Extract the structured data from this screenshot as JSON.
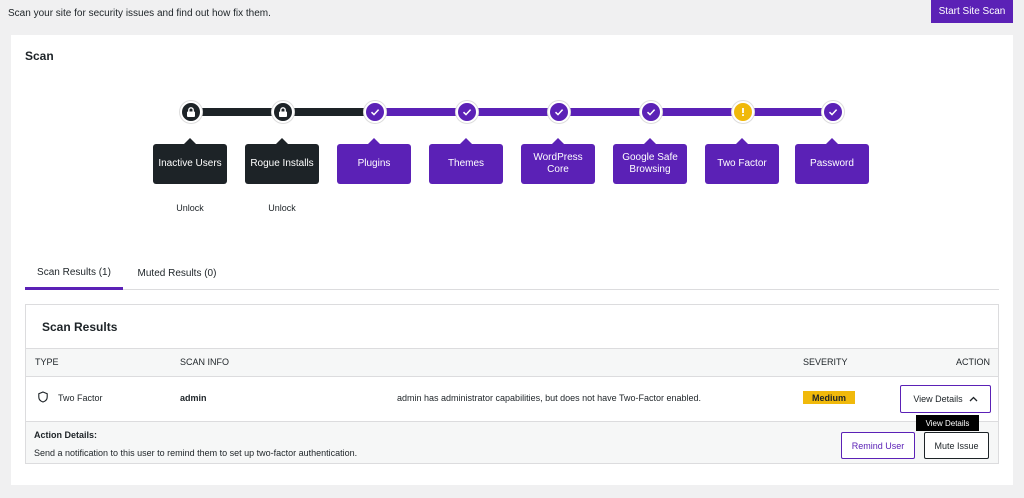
{
  "header": {
    "description": "Scan your site for security issues and find out how fix them.",
    "start_scan_label": "Start Site Scan"
  },
  "scan": {
    "title": "Scan",
    "steps": [
      {
        "label": "Inactive Users",
        "status": "locked",
        "action": "Unlock"
      },
      {
        "label": "Rogue Installs",
        "status": "locked",
        "action": "Unlock"
      },
      {
        "label": "Plugins",
        "status": "complete"
      },
      {
        "label": "Themes",
        "status": "complete"
      },
      {
        "label": "WordPress Core",
        "status": "complete"
      },
      {
        "label": "Google Safe Browsing",
        "status": "complete"
      },
      {
        "label": "Two Factor",
        "status": "warning"
      },
      {
        "label": "Password",
        "status": "complete"
      }
    ]
  },
  "tabs": [
    {
      "label": "Scan Results (1)",
      "active": true
    },
    {
      "label": "Muted Results (0)",
      "active": false
    }
  ],
  "results": {
    "title": "Scan Results",
    "columns": [
      "TYPE",
      "SCAN INFO",
      "SEVERITY",
      "ACTION"
    ],
    "rows": [
      {
        "type": "Two Factor",
        "user": "admin",
        "info": "admin has administrator capabilities, but does not have Two-Factor enabled.",
        "severity": "Medium",
        "action_label": "View Details",
        "tooltip": "View Details",
        "details_title": "Action Details:",
        "details_text": "Send a notification to this user to remind them to set up two-factor authentication.",
        "remind_label": "Remind User",
        "mute_label": "Mute Issue"
      }
    ]
  },
  "colors": {
    "accent": "#5b21b6",
    "dark": "#1d2327",
    "warning": "#f0b90b"
  }
}
